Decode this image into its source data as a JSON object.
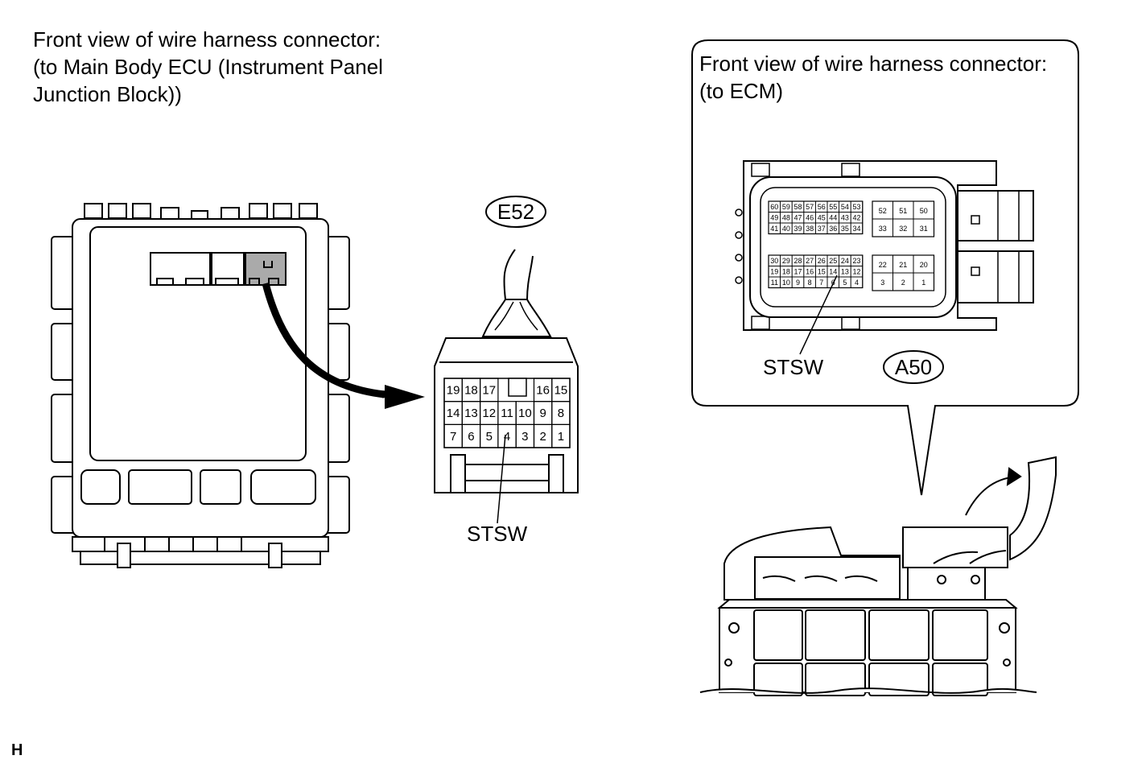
{
  "left_caption": {
    "line1": "Front view of wire harness connector:",
    "line2": "(to Main Body ECU (Instrument Panel",
    "line3": "Junction Block))"
  },
  "right_caption": {
    "line1": "Front view of wire harness connector:",
    "line2": "(to ECM)"
  },
  "e52": {
    "code": "E52",
    "signal": "STSW",
    "pins_row1": [
      "19",
      "18",
      "17",
      "",
      "16",
      "15"
    ],
    "pins_row2": [
      "14",
      "13",
      "12",
      "11",
      "10",
      "9",
      "8"
    ],
    "pins_row3": [
      "7",
      "6",
      "5",
      "4",
      "3",
      "2",
      "1"
    ]
  },
  "a50": {
    "code": "A50",
    "signal": "STSW",
    "top_small": [
      [
        "60",
        "59",
        "58",
        "57",
        "56",
        "55",
        "54",
        "53"
      ],
      [
        "49",
        "48",
        "47",
        "46",
        "45",
        "44",
        "43",
        "42"
      ],
      [
        "41",
        "40",
        "39",
        "38",
        "37",
        "36",
        "35",
        "34"
      ]
    ],
    "top_big": [
      [
        "52",
        "51",
        "50"
      ],
      [
        "33",
        "32",
        "31"
      ]
    ],
    "bot_small": [
      [
        "30",
        "29",
        "28",
        "27",
        "26",
        "25",
        "24",
        "23"
      ],
      [
        "19",
        "18",
        "17",
        "16",
        "15",
        "14",
        "13",
        "12"
      ],
      [
        "11",
        "10",
        "9",
        "8",
        "7",
        "6",
        "5",
        "4"
      ]
    ],
    "bot_big": [
      [
        "22",
        "21",
        "20"
      ],
      [
        "3",
        "2",
        "1"
      ]
    ]
  },
  "figure_letter": "H"
}
